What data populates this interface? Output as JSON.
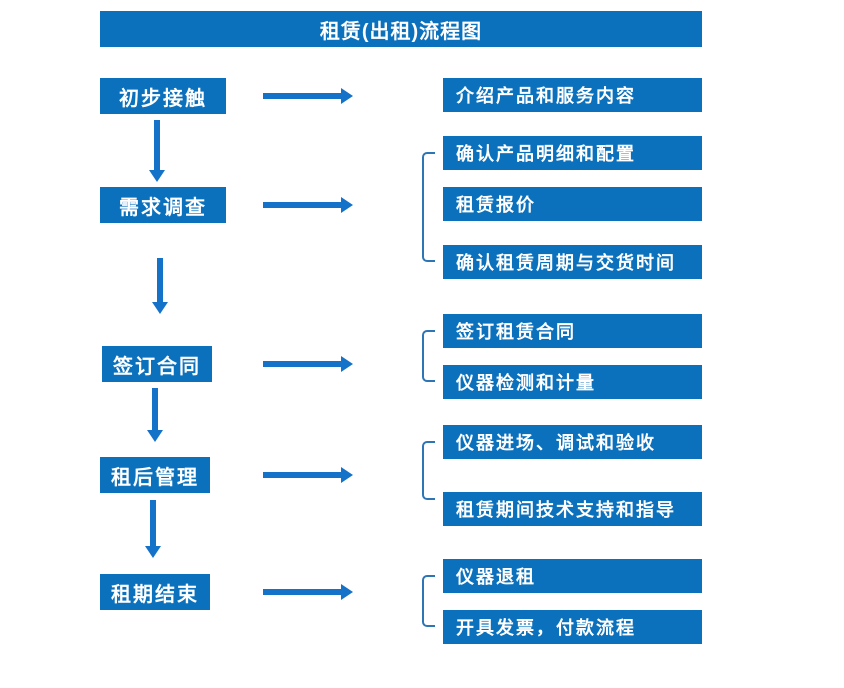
{
  "title": "租赁(出租)流程图",
  "colors": {
    "box_blue": "#0B71BD",
    "arrow_blue": "#1472C8",
    "bracket_blue": "#2E75B6",
    "text_white": "#FFFFFF"
  },
  "flow": [
    {
      "stage": "初步接触",
      "steps": [
        "介绍产品和服务内容"
      ]
    },
    {
      "stage": "需求调查",
      "steps": [
        "确认产品明细和配置",
        "租赁报价",
        "确认租赁周期与交货时间"
      ]
    },
    {
      "stage": "签订合同",
      "steps": [
        "签订租赁合同",
        "仪器检测和计量"
      ]
    },
    {
      "stage": "租后管理",
      "steps": [
        "仪器进场、调试和验收",
        "租赁期间技术支持和指导"
      ]
    },
    {
      "stage": "租期结束",
      "steps": [
        "仪器退租",
        "开具发票，付款流程"
      ]
    }
  ]
}
